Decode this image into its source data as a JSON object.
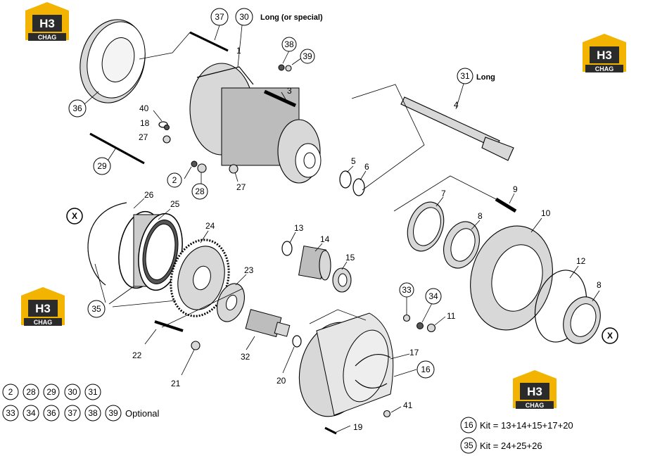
{
  "logo": {
    "top": "H3",
    "bottom": "CHAG"
  },
  "notes": {
    "n30": "Long (or special)",
    "n31": "Long",
    "optional": "Optional"
  },
  "callouts_circled": [
    {
      "id": "c37",
      "label": "37"
    },
    {
      "id": "c30",
      "label": "30"
    },
    {
      "id": "c38",
      "label": "38"
    },
    {
      "id": "c39",
      "label": "39"
    },
    {
      "id": "c36",
      "label": "36"
    },
    {
      "id": "c29",
      "label": "29"
    },
    {
      "id": "c2",
      "label": "2"
    },
    {
      "id": "c28",
      "label": "28"
    },
    {
      "id": "c31",
      "label": "31"
    },
    {
      "id": "c35",
      "label": "35"
    },
    {
      "id": "c33",
      "label": "33"
    },
    {
      "id": "c34",
      "label": "34"
    },
    {
      "id": "c16",
      "label": "16"
    }
  ],
  "callouts_plain": [
    {
      "id": "p1",
      "label": "1"
    },
    {
      "id": "p3",
      "label": "3"
    },
    {
      "id": "p40",
      "label": "40"
    },
    {
      "id": "p18",
      "label": "18"
    },
    {
      "id": "p27a",
      "label": "27"
    },
    {
      "id": "p27b",
      "label": "27"
    },
    {
      "id": "p4",
      "label": "4"
    },
    {
      "id": "p5",
      "label": "5"
    },
    {
      "id": "p6",
      "label": "6"
    },
    {
      "id": "p7",
      "label": "7"
    },
    {
      "id": "p8a",
      "label": "8"
    },
    {
      "id": "p9",
      "label": "9"
    },
    {
      "id": "p10",
      "label": "10"
    },
    {
      "id": "p12",
      "label": "12"
    },
    {
      "id": "p8b",
      "label": "8"
    },
    {
      "id": "p26",
      "label": "26"
    },
    {
      "id": "p25",
      "label": "25"
    },
    {
      "id": "p24",
      "label": "24"
    },
    {
      "id": "p23",
      "label": "23"
    },
    {
      "id": "p13",
      "label": "13"
    },
    {
      "id": "p14",
      "label": "14"
    },
    {
      "id": "p15",
      "label": "15"
    },
    {
      "id": "p11",
      "label": "11"
    },
    {
      "id": "p22",
      "label": "22"
    },
    {
      "id": "p32",
      "label": "32"
    },
    {
      "id": "p21",
      "label": "21"
    },
    {
      "id": "p20",
      "label": "20"
    },
    {
      "id": "p17",
      "label": "17"
    },
    {
      "id": "p41",
      "label": "41"
    },
    {
      "id": "p19",
      "label": "19"
    }
  ],
  "x_marks": [
    {
      "id": "x1",
      "label": "X"
    },
    {
      "id": "x2",
      "label": "X"
    }
  ],
  "optional_set": {
    "row1": [
      "2",
      "28",
      "29",
      "30",
      "31"
    ],
    "row2": [
      "33",
      "34",
      "36",
      "37",
      "38",
      "39"
    ]
  },
  "kits": [
    {
      "num": "16",
      "text": "Kit = 13+14+15+17+20"
    },
    {
      "num": "35",
      "text": "Kit = 24+25+26"
    }
  ],
  "colors": {
    "logo_yellow": "#f2b400",
    "logo_dark": "#2b2b2b",
    "line": "#000000"
  }
}
